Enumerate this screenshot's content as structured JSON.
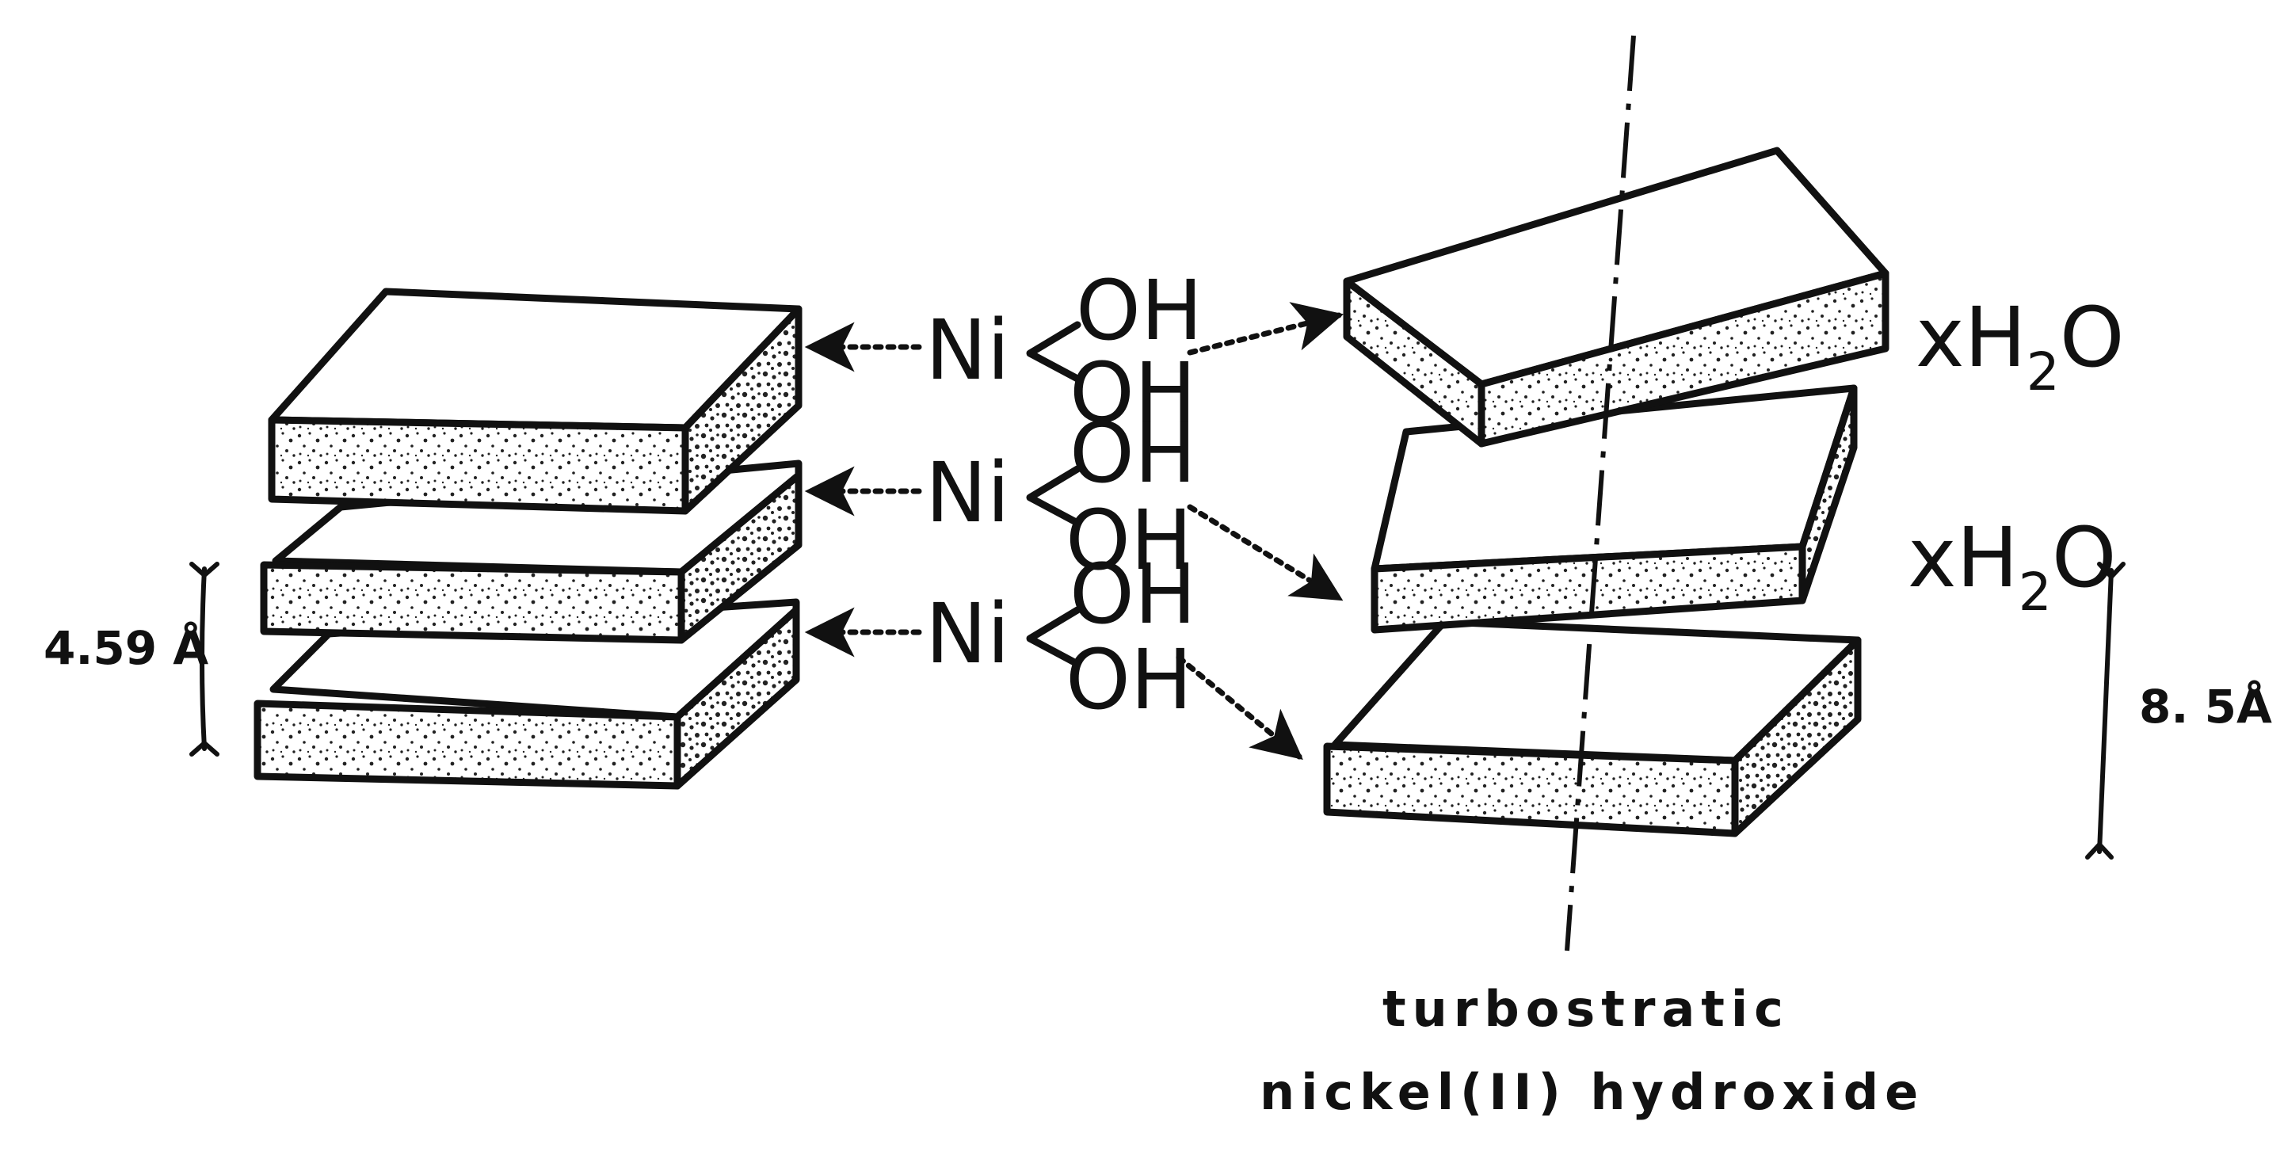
{
  "left_stack": {
    "labels": [
      {
        "ni": "Ni",
        "oh_top": "OH",
        "oh_bottom": "OH"
      },
      {
        "ni": "Ni",
        "oh_top": "OH",
        "oh_bottom": "OH"
      },
      {
        "ni": "Ni",
        "oh_top": "OH",
        "oh_bottom": "OH"
      }
    ],
    "spacing_label": "4.59 Å"
  },
  "right_stack": {
    "water_labels": [
      {
        "prefix": "xH",
        "subscript": "2",
        "suffix": "O"
      },
      {
        "prefix": "xH",
        "subscript": "2",
        "suffix": "O"
      }
    ],
    "spacing_label": "8. 5Å",
    "caption_line1": "turbostratic",
    "caption_line2": "nickel(II) hydroxide"
  },
  "colors": {
    "ink": "#111111",
    "paper": "#ffffff"
  }
}
